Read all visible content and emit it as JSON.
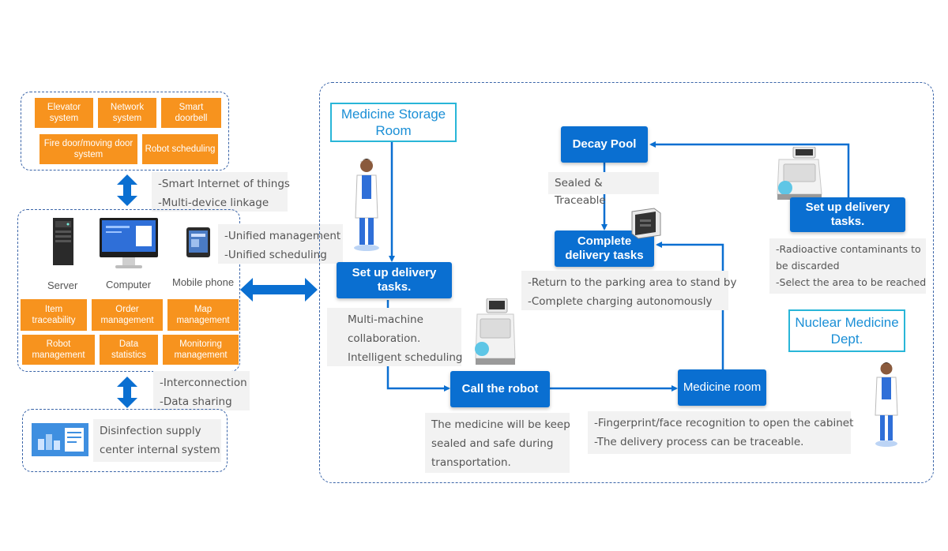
{
  "left": {
    "subsystems": [
      "Elevator system",
      "Network system",
      "Smart doorbell",
      "Fire door/moving door system",
      "Robot scheduling"
    ],
    "note_top": [
      "-Smart Internet of things",
      "-Multi-device linkage"
    ],
    "devices": [
      "Server",
      "Computer",
      "Mobile phone"
    ],
    "note_mid": [
      "-Unified management",
      "-Unified scheduling"
    ],
    "functions": [
      "Item traceability",
      "Order management",
      "Map management",
      "Robot management",
      "Data statistics",
      "Monitoring management"
    ],
    "note_bottom": [
      "-Interconnection",
      "-Data sharing"
    ],
    "disinfection": [
      "Disinfection supply",
      "center internal system"
    ]
  },
  "right": {
    "storage_room": "Medicine Storage Room",
    "nuclear_dept": "Nuclear Medicine Dept.",
    "setup1": "Set up delivery tasks.",
    "setup1_notes": [
      "Multi-machine",
      "collaboration.",
      "Intelligent scheduling"
    ],
    "call_robot": "Call the robot",
    "call_notes": [
      "The medicine will be keep",
      "sealed and safe during",
      "transportation."
    ],
    "medicine_room": "Medicine room",
    "room_notes": [
      "-Fingerprint/face recognition to open the cabinet",
      "-The delivery process can be traceable."
    ],
    "complete": "Complete delivery tasks",
    "complete_notes": [
      "-Return to the parking area to stand by",
      "-Complete charging autonomously"
    ],
    "decay_pool": "Decay Pool",
    "decay_note": "Sealed & Traceable",
    "setup2": "Set up delivery tasks.",
    "setup2_notes": [
      "-Radioactive contaminants to",
      "be discarded",
      "-Select the area to be reached"
    ]
  },
  "colors": {
    "orange": "#f7931e",
    "blue": "#0a6fd1",
    "cyan": "#29b6d8",
    "dash": "#3a64a8"
  }
}
